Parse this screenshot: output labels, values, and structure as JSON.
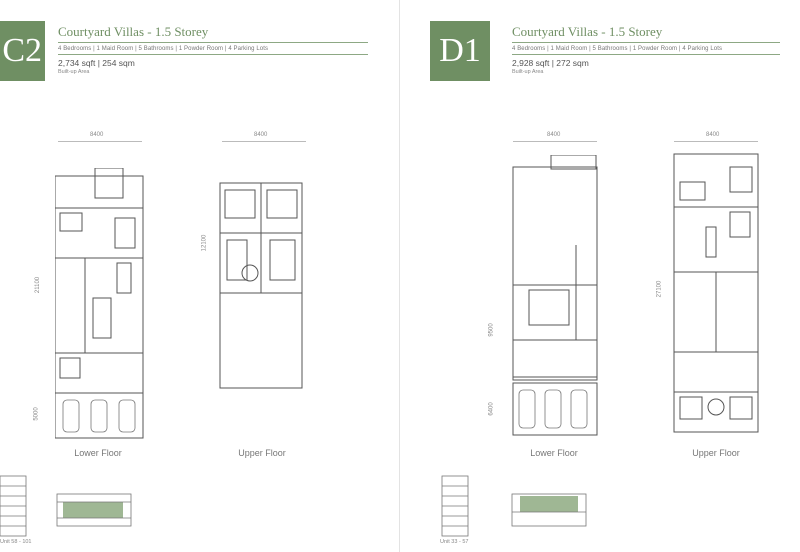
{
  "left": {
    "badge": "C2",
    "title": "Courtyard Villas - 1.5 Storey",
    "spec": "4 Bedrooms  |  1 Maid Room  |  5 Bathrooms  |  1 Powder Room  |  4 Parking Lots",
    "area": "2,734 sqft | 254 sqm",
    "area_label": "Built-up Area",
    "lower_width": "8400",
    "upper_width": "8400",
    "lower_height": "21100",
    "lower_height2": "5000",
    "upper_height": "12100",
    "lower_label": "Lower Floor",
    "upper_label": "Upper Floor",
    "unit": "Unit 58 - 101"
  },
  "right": {
    "badge": "D1",
    "title": "Courtyard Villas - 1.5 Storey",
    "spec": "4 Bedrooms  |  1 Maid Room  |  5 Bathrooms  |  1 Powder Room  |  4 Parking Lots",
    "area": "2,928 sqft | 272 sqm",
    "area_label": "Built-up Area",
    "lower_width": "8400",
    "upper_width": "8400",
    "lower_height": "9500",
    "lower_height2": "6400",
    "upper_height": "27100",
    "lower_label": "Lower Floor",
    "upper_label": "Upper Floor",
    "unit": "Unit 33 - 57"
  },
  "colors": {
    "accent": "#6f8f63",
    "line": "#555555"
  }
}
